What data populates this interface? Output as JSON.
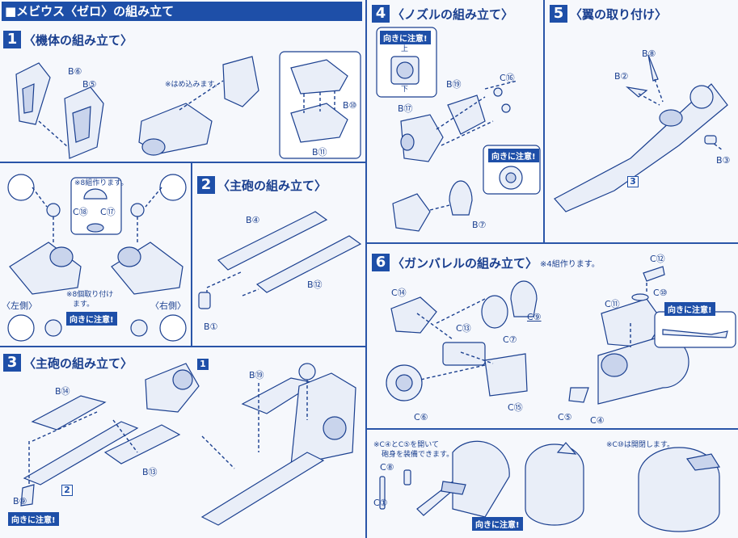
{
  "header": {
    "title": "■メビウス〈ゼロ〉の組み立て"
  },
  "steps": {
    "s1": {
      "num": "1",
      "title": "〈機体の組み立て〉"
    },
    "s2": {
      "num": "2",
      "title": "〈主砲の組み立て〉"
    },
    "s3": {
      "num": "3",
      "title": "〈主砲の組み立て〉"
    },
    "s4": {
      "num": "4",
      "title": "〈ノズルの組み立て〉"
    },
    "s5": {
      "num": "5",
      "title": "〈翼の取り付け〉"
    },
    "s6": {
      "num": "6",
      "title": "〈ガンバレルの組み立て〉",
      "note": "※4組作ります。"
    }
  },
  "labels": {
    "b6": "B⑥",
    "b5": "B⑤",
    "b10": "B⑩",
    "b11": "B⑪",
    "hame": "※はめ込みます。",
    "eight_sets": "※8組作ります。",
    "c18": "C⑱",
    "c17": "C⑰",
    "eight_attach_1": "※8個取り付け",
    "eight_attach_2": "ます。",
    "left": "〈左側〉",
    "right": "〈右側〉",
    "b4": "B④",
    "b12": "B⑫",
    "b1": "B①",
    "b14": "B⑭",
    "b13": "B⑬",
    "b9": "B⑨",
    "b19": "B⑲",
    "b17": "B⑰",
    "c16": "C⑯",
    "b7": "B⑦",
    "up": "上",
    "down": "下",
    "b8": "B⑧",
    "b2": "B②",
    "b3": "B③",
    "c14": "C⑭",
    "c13": "C⑬",
    "c6": "C⑥",
    "c7": "C⑦",
    "c9": "C⑨",
    "c15": "C⑮",
    "c12": "C⑫",
    "c10": "C⑩",
    "c11": "C⑪",
    "c5": "C⑤",
    "c4": "C④",
    "c8": "C⑧",
    "c1": "C①",
    "cannon_note_1": "※C④とC⑤を開いて",
    "cannon_note_2": "砲身を装備できます。",
    "c10_open": "※C⑩は開閉します。"
  },
  "cautions": {
    "text": "向きに注意!"
  },
  "sub_nums": {
    "n1": "1",
    "n2": "2",
    "n3": "3"
  }
}
